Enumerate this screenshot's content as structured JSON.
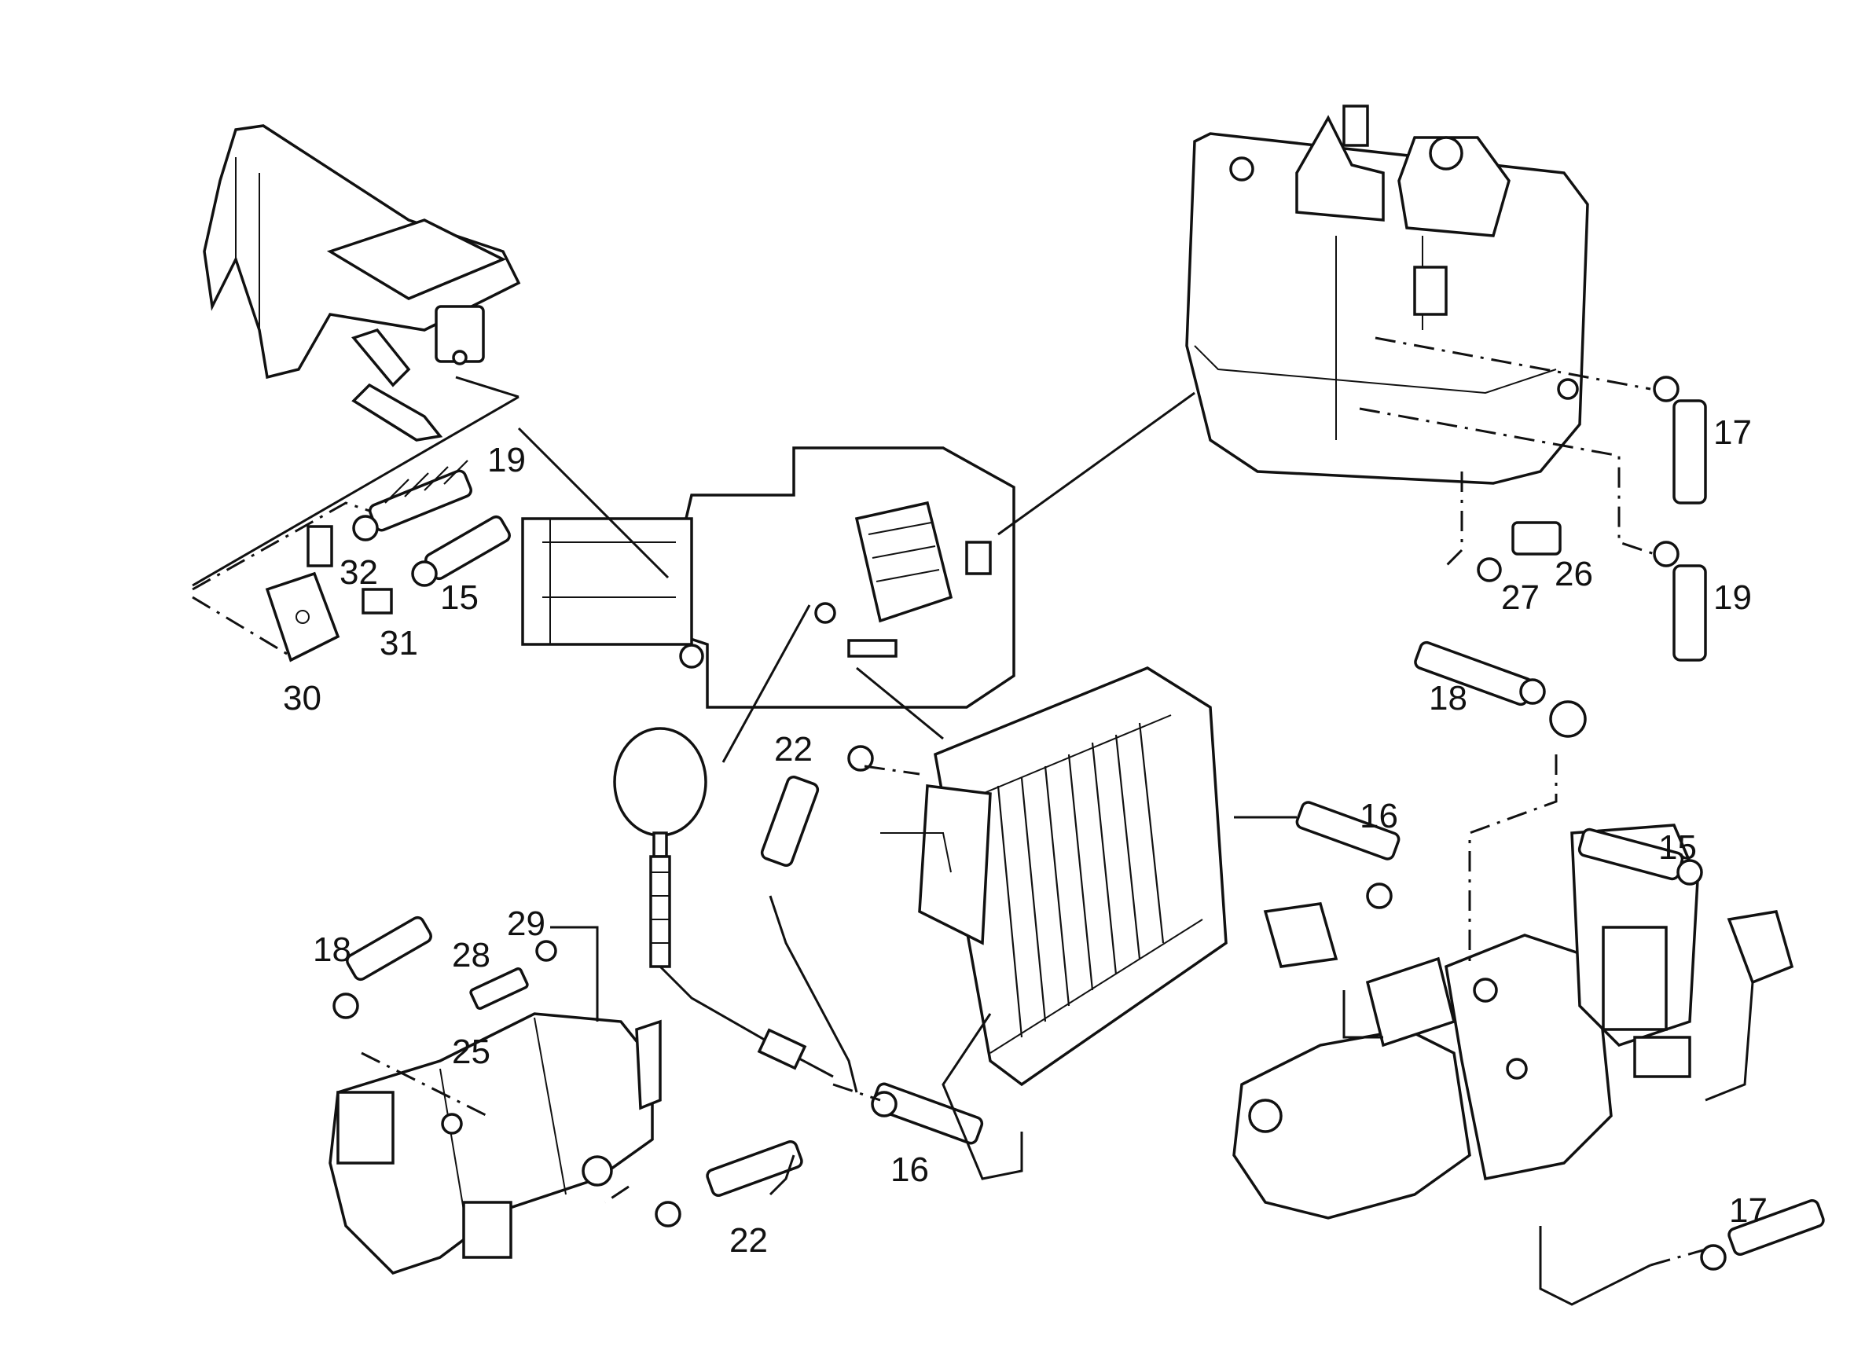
{
  "callouts": [
    {
      "id": "c19a",
      "text": "19"
    },
    {
      "id": "c32",
      "text": "32"
    },
    {
      "id": "c15a",
      "text": "15"
    },
    {
      "id": "c31",
      "text": "31"
    },
    {
      "id": "c30",
      "text": "30"
    },
    {
      "id": "c17a",
      "text": "17"
    },
    {
      "id": "c27",
      "text": "27"
    },
    {
      "id": "c26",
      "text": "26"
    },
    {
      "id": "c19b",
      "text": "19"
    },
    {
      "id": "c18a",
      "text": "18"
    },
    {
      "id": "c22a",
      "text": "22"
    },
    {
      "id": "c16a",
      "text": "16"
    },
    {
      "id": "c15b",
      "text": "15"
    },
    {
      "id": "c18b",
      "text": "18"
    },
    {
      "id": "c29",
      "text": "29"
    },
    {
      "id": "c28",
      "text": "28"
    },
    {
      "id": "c25",
      "text": "25"
    },
    {
      "id": "c16b",
      "text": "16"
    },
    {
      "id": "c22b",
      "text": "22"
    },
    {
      "id": "c17b",
      "text": "17"
    }
  ]
}
